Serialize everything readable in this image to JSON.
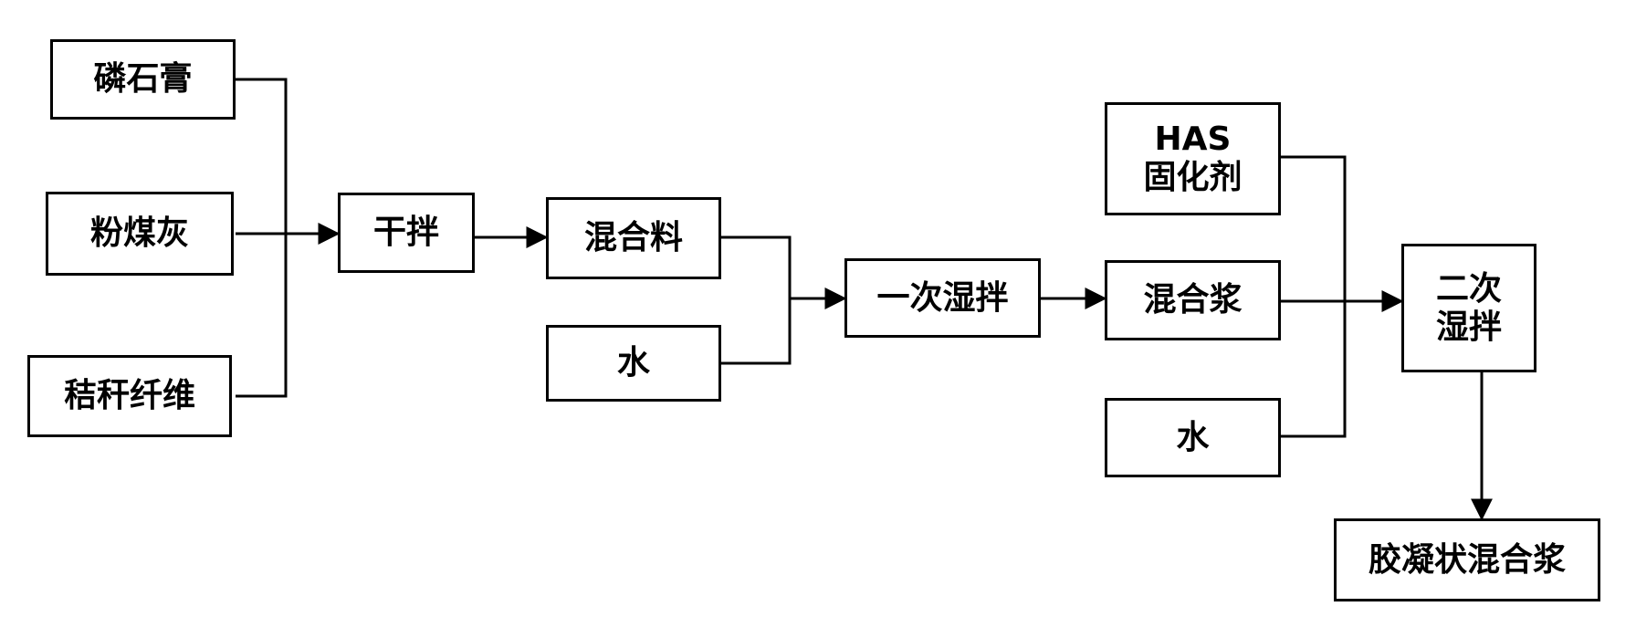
{
  "diagram": {
    "nodes": {
      "phosphogypsum": "磷石膏",
      "fly_ash": "粉煤灰",
      "straw_fiber": "秸秆纤维",
      "dry_mix": "干拌",
      "mixture": "混合料",
      "water_1": "水",
      "first_wet_mix": "一次湿拌",
      "mixed_slurry": "混合浆",
      "has_line1": "HAS",
      "has_line2": "固化剂",
      "water_2": "水",
      "second_wet_mix_line1": "二次",
      "second_wet_mix_line2": "湿拌",
      "gel_slurry": "胶凝状混合浆"
    },
    "colors": {
      "stroke": "#000000",
      "background": "#ffffff"
    }
  }
}
